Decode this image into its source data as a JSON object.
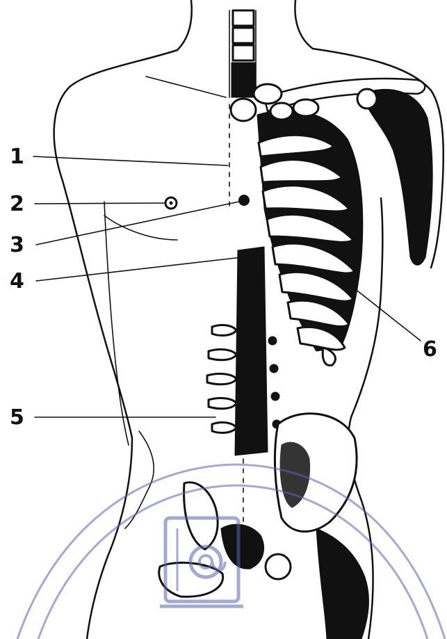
{
  "labels": [
    {
      "id": "1",
      "text": "1"
    },
    {
      "id": "2",
      "text": "2"
    },
    {
      "id": "3",
      "text": "3"
    },
    {
      "id": "4",
      "text": "4"
    },
    {
      "id": "5",
      "text": "5"
    },
    {
      "id": "6",
      "text": "6"
    }
  ],
  "colors": {
    "ink": "#111111",
    "background": "#ffffff",
    "watermark": "#5b63b0"
  },
  "watermark": {
    "icon": "document-at-sign-icon"
  }
}
